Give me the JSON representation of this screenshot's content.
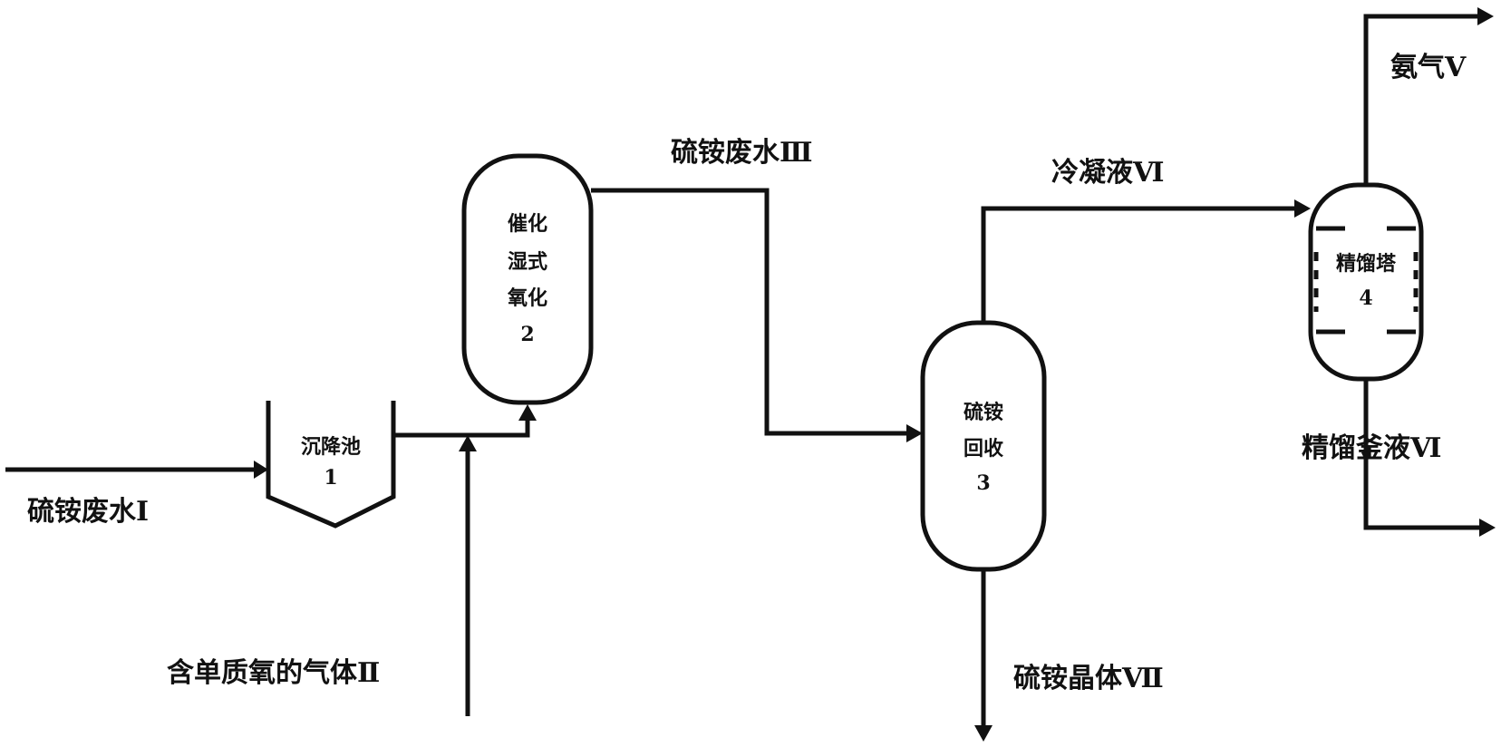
{
  "streams": {
    "s1": "硫铵废水Ⅰ",
    "s2": "含单质氧的气体Ⅱ",
    "s3": "硫铵废水Ⅲ",
    "s4": "冷凝液Ⅵ",
    "s5": "氨气Ⅴ",
    "s6": "精馏釜液Ⅵ",
    "s7": "硫铵晶体Ⅶ"
  },
  "units": {
    "u1": {
      "line1": "沉降池",
      "num": "1"
    },
    "u2": {
      "line1": "催化",
      "line2": "湿式",
      "line3": "氧化",
      "num": "2"
    },
    "u3": {
      "line1": "硫铵",
      "line2": "回收",
      "num": "3"
    },
    "u4": {
      "line1": "精馏塔",
      "num": "4"
    }
  }
}
